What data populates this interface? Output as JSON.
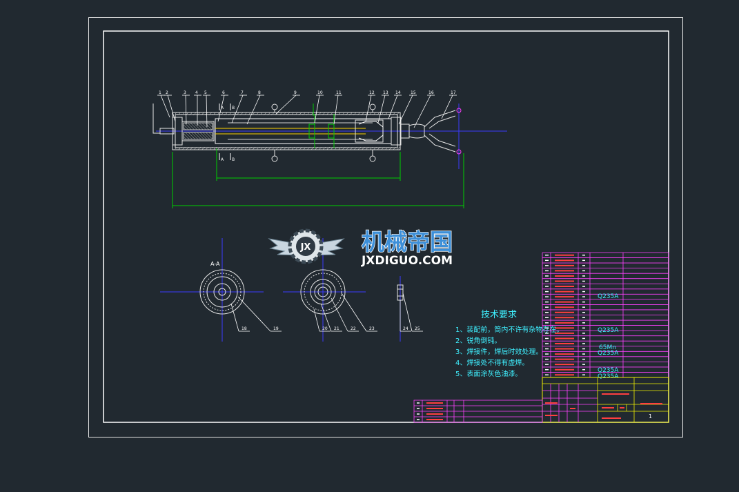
{
  "part_numbers": [
    "1",
    "2",
    "3",
    "4",
    "5",
    "6",
    "7",
    "8",
    "9",
    "10",
    "11",
    "12",
    "13",
    "14",
    "15",
    "16",
    "17"
  ],
  "section_labels": {
    "aa": "A-A",
    "a": "A",
    "b": "B"
  },
  "section_numbers": [
    "18",
    "19",
    "20",
    "21",
    "22",
    "23",
    "24",
    "25"
  ],
  "watermark": {
    "cn": "机械帝国",
    "en": "JXDIGUO.COM",
    "seal": "JX"
  },
  "tech_req": {
    "title": "技术要求",
    "items": [
      "1、装配前，筒内不许有杂物存在。",
      "2、锐角倒钝。",
      "3、焊接件，焊后时效处理。",
      "4、焊接处不得有虚焊。",
      "5、表面涂灰色油漆。"
    ]
  },
  "bom_materials": [
    "Q235A",
    "Q235A",
    "65Mn",
    "Q235A",
    "Q235A",
    "Q235A"
  ],
  "title_block": {
    "sheet": "1"
  }
}
